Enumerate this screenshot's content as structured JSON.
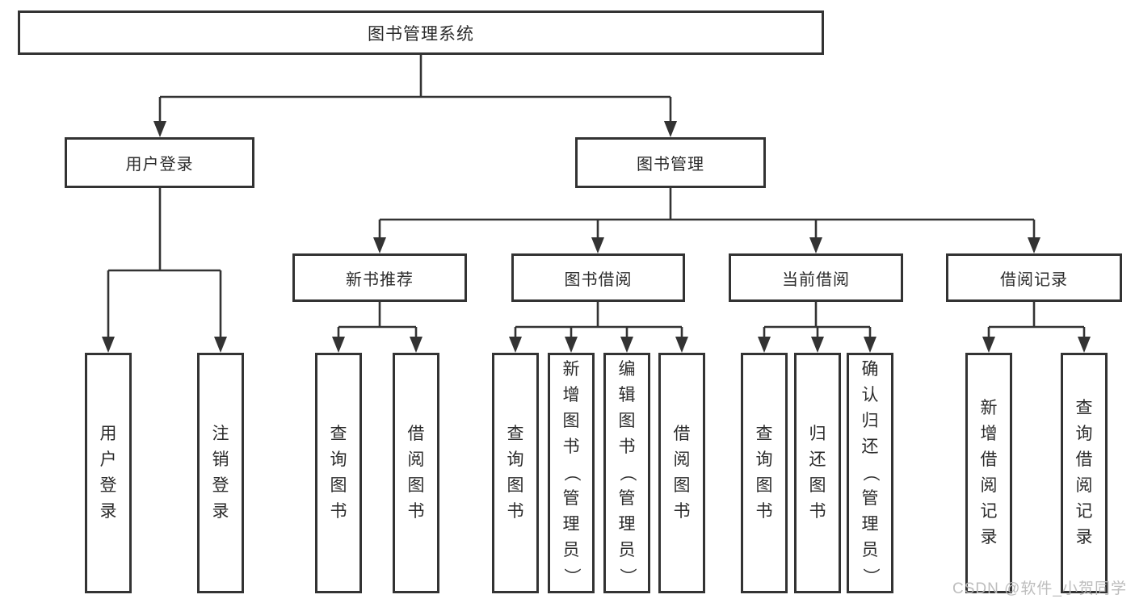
{
  "title": "图书管理系统",
  "watermark": {
    "text": "CSDN @软件_小贺同学"
  },
  "colors": {
    "line": "#333333",
    "box_border": "#333333",
    "text": "#2b2b2b",
    "watermark": "#b9b9b9",
    "background": "#ffffff"
  },
  "nodes": {
    "root": {
      "label": "图书管理系统"
    },
    "user_login": {
      "label": "用户登录"
    },
    "book_management": {
      "label": "图书管理"
    },
    "new_book_recommend": {
      "label": "新书推荐"
    },
    "book_borrow": {
      "label": "图书借阅"
    },
    "current_borrow": {
      "label": "当前借阅"
    },
    "borrow_record": {
      "label": "借阅记录"
    },
    "leaf_user_login": {
      "label": "用户登录"
    },
    "leaf_logout": {
      "label": "注销登录"
    },
    "leaf_nb_query_book": {
      "label": "查询图书"
    },
    "leaf_nb_borrow_book": {
      "label": "借阅图书"
    },
    "leaf_bb_query_book": {
      "label": "查询图书"
    },
    "leaf_bb_add_book": {
      "label": "新增图书（管理员）"
    },
    "leaf_bb_edit_book": {
      "label": "编辑图书（管理员）"
    },
    "leaf_bb_borrow_book": {
      "label": "借阅图书"
    },
    "leaf_cb_query_book": {
      "label": "查询图书"
    },
    "leaf_cb_return_book": {
      "label": "归还图书"
    },
    "leaf_cb_confirm_return": {
      "label": "确认归还（管理员）"
    },
    "leaf_br_add_record": {
      "label": "新增借阅记录"
    },
    "leaf_br_query_record": {
      "label": "查询借阅记录"
    }
  }
}
